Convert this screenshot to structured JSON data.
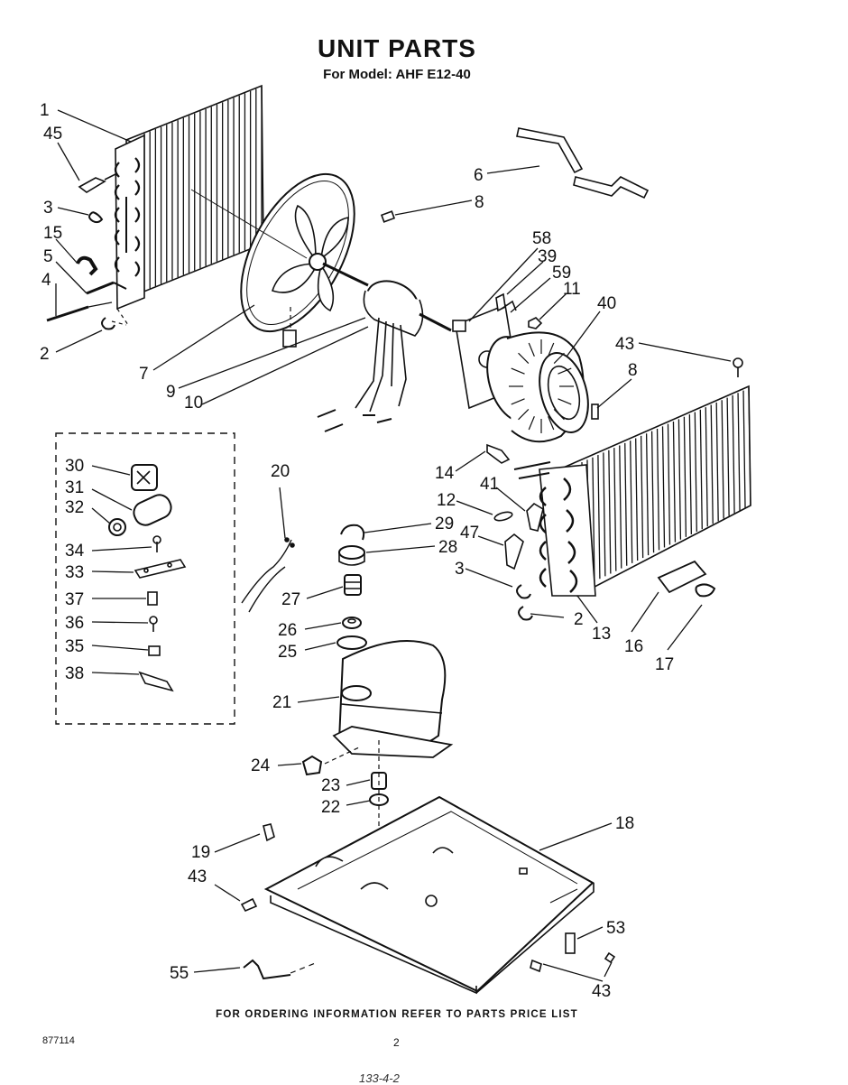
{
  "header": {
    "title": "UNIT PARTS",
    "subtitle": "For Model: AHF E12-40"
  },
  "callouts": [
    {
      "id": "c1",
      "label": "1"
    },
    {
      "id": "c45",
      "label": "45"
    },
    {
      "id": "c3a",
      "label": "3"
    },
    {
      "id": "c15",
      "label": "15"
    },
    {
      "id": "c5",
      "label": "5"
    },
    {
      "id": "c4",
      "label": "4"
    },
    {
      "id": "c2a",
      "label": "2"
    },
    {
      "id": "c7",
      "label": "7"
    },
    {
      "id": "c9",
      "label": "9"
    },
    {
      "id": "c10",
      "label": "10"
    },
    {
      "id": "c8a",
      "label": "8"
    },
    {
      "id": "c6",
      "label": "6"
    },
    {
      "id": "c58",
      "label": "58"
    },
    {
      "id": "c39",
      "label": "39"
    },
    {
      "id": "c59",
      "label": "59"
    },
    {
      "id": "c11",
      "label": "11"
    },
    {
      "id": "c40",
      "label": "40"
    },
    {
      "id": "c43a",
      "label": "43"
    },
    {
      "id": "c8b",
      "label": "8"
    },
    {
      "id": "c30",
      "label": "30"
    },
    {
      "id": "c31",
      "label": "31"
    },
    {
      "id": "c32",
      "label": "32"
    },
    {
      "id": "c34",
      "label": "34"
    },
    {
      "id": "c33",
      "label": "33"
    },
    {
      "id": "c37",
      "label": "37"
    },
    {
      "id": "c36",
      "label": "36"
    },
    {
      "id": "c35",
      "label": "35"
    },
    {
      "id": "c38",
      "label": "38"
    },
    {
      "id": "c20",
      "label": "20"
    },
    {
      "id": "c29",
      "label": "29"
    },
    {
      "id": "c28",
      "label": "28"
    },
    {
      "id": "c27",
      "label": "27"
    },
    {
      "id": "c26",
      "label": "26"
    },
    {
      "id": "c25",
      "label": "25"
    },
    {
      "id": "c21",
      "label": "21"
    },
    {
      "id": "c24",
      "label": "24"
    },
    {
      "id": "c23",
      "label": "23"
    },
    {
      "id": "c22",
      "label": "22"
    },
    {
      "id": "c14",
      "label": "14"
    },
    {
      "id": "c41",
      "label": "41"
    },
    {
      "id": "c12",
      "label": "12"
    },
    {
      "id": "c47",
      "label": "47"
    },
    {
      "id": "c3b",
      "label": "3"
    },
    {
      "id": "c2b",
      "label": "2"
    },
    {
      "id": "c13",
      "label": "13"
    },
    {
      "id": "c16",
      "label": "16"
    },
    {
      "id": "c17",
      "label": "17"
    },
    {
      "id": "c18",
      "label": "18"
    },
    {
      "id": "c19",
      "label": "19"
    },
    {
      "id": "c43b",
      "label": "43"
    },
    {
      "id": "c55",
      "label": "55"
    },
    {
      "id": "c53",
      "label": "53"
    },
    {
      "id": "c43c",
      "label": "43"
    }
  ],
  "footer": {
    "note": "FOR ORDERING INFORMATION REFER TO PARTS PRICE LIST",
    "doc_number": "877114",
    "page_number": "2",
    "handwritten": "133-4-2"
  }
}
